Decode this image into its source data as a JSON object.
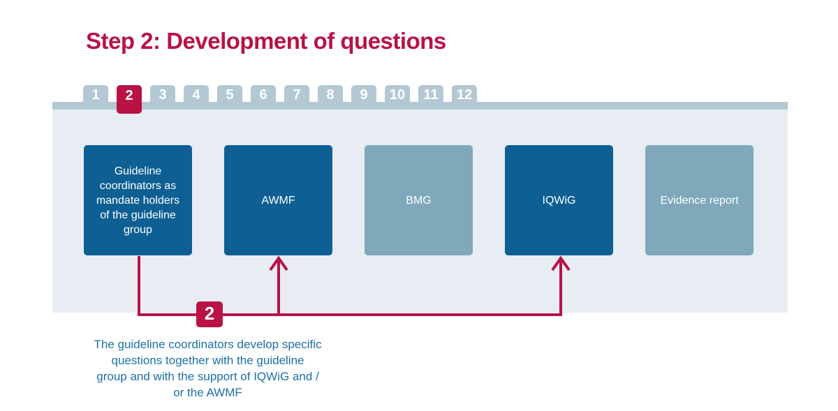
{
  "title": "Step 2: Development of questions",
  "colors": {
    "crimson": "#b91245",
    "dark_blue": "#0e5f93",
    "muted_blue": "#7fa8ba",
    "tab_blue": "#b3c8d2",
    "panel_bg": "#e7edf3",
    "caption_blue": "#1c6fa5",
    "box_text": "#ffffff",
    "page_bg": "#ffffff"
  },
  "step_nav": {
    "items": [
      {
        "label": "1",
        "active": false
      },
      {
        "label": "2",
        "active": true
      },
      {
        "label": "3",
        "active": false
      },
      {
        "label": "4",
        "active": false
      },
      {
        "label": "5",
        "active": false
      },
      {
        "label": "6",
        "active": false
      },
      {
        "label": "7",
        "active": false
      },
      {
        "label": "8",
        "active": false
      },
      {
        "label": "9",
        "active": false
      },
      {
        "label": "10",
        "active": false
      },
      {
        "label": "11",
        "active": false
      },
      {
        "label": "12",
        "active": false
      }
    ]
  },
  "diagram": {
    "boxes": [
      {
        "label": "Guideline coordinators as mandate holders of the guideline group",
        "highlighted": true
      },
      {
        "label": "AWMF",
        "highlighted": true
      },
      {
        "label": "BMG",
        "highlighted": false
      },
      {
        "label": "IQWiG",
        "highlighted": true
      },
      {
        "label": "Evidence report",
        "highlighted": false
      }
    ],
    "connector": {
      "badge": "2",
      "from": "Guideline coordinators as mandate holders of the guideline group",
      "to": [
        "AWMF",
        "IQWiG"
      ]
    }
  },
  "caption": {
    "lines": [
      "The guideline coordinators develop specific",
      "questions together with the guideline",
      "group and with the support of IQWiG and /",
      "or the AWMF"
    ]
  }
}
